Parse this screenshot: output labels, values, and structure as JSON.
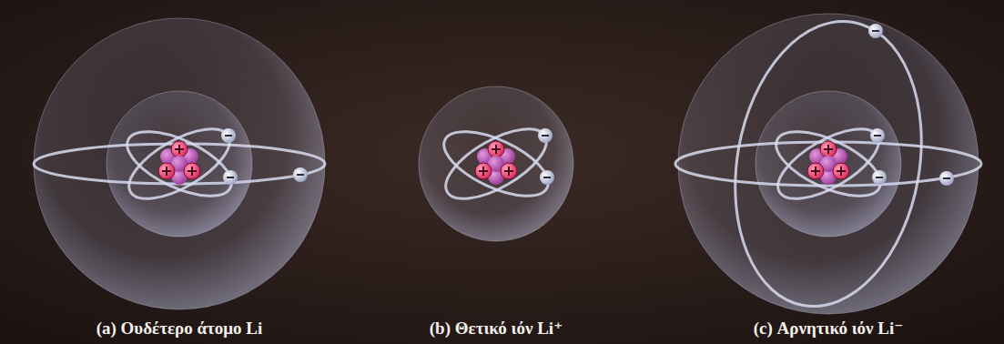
{
  "diagram": {
    "labels": [
      "(a) Ουδέτερο άτομο Li",
      "(b) Θετικό ιόν Li⁺",
      "(c) Αρνητικό ιόν Li⁻"
    ]
  }
}
